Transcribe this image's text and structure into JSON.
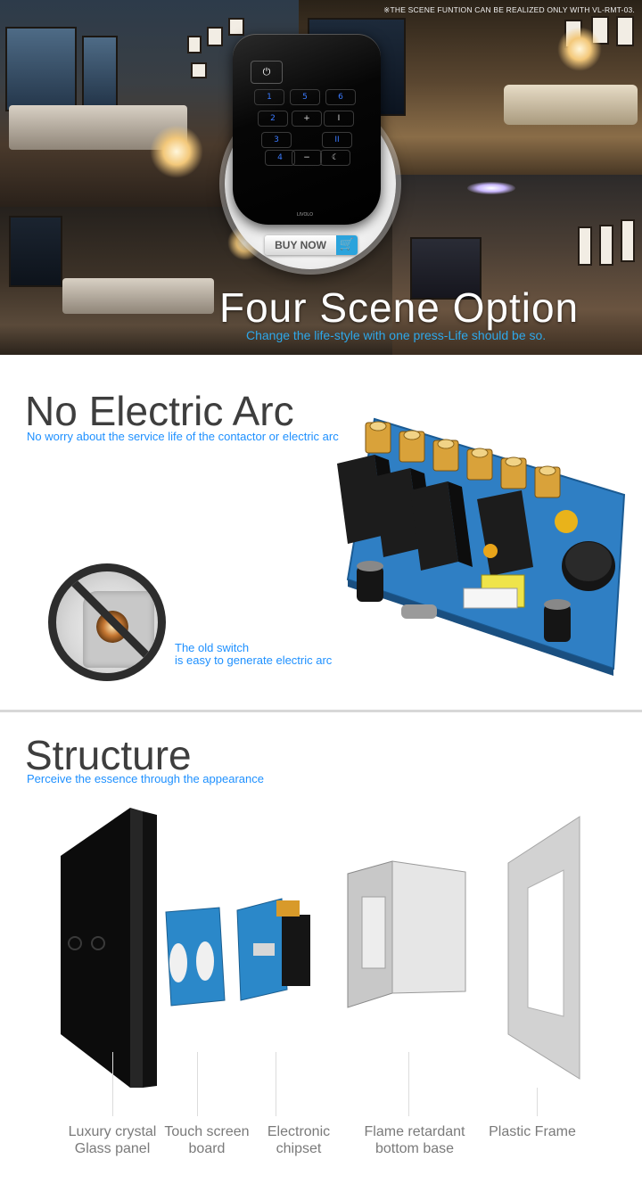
{
  "scene": {
    "notice": "※THE SCENE FUNTION CAN BE REALIZED ONLY WITH VL-RMT-03.",
    "title": "Four  Scene Option",
    "subtitle": "Change the  life-style with one press-Life should be so.",
    "buy_now": "BUY NOW",
    "cart_icon": "shopping-cart-icon",
    "remote_keys": {
      "power": "⏻",
      "k1": "1",
      "k5": "5",
      "k6": "6",
      "k2": "2",
      "kplus": "+",
      "kI": "I",
      "k3": "3",
      "kII": "II",
      "k4": "4",
      "kminus": "−",
      "kmoon": "☾"
    },
    "remote_brand": "LIVOLO"
  },
  "arc": {
    "title": "No Electric Arc",
    "subtitle": "No worry about the service life of the contactor or electric arc",
    "note_line1": "The old switch",
    "note_line2": "is easy to generate electric arc"
  },
  "structure": {
    "title": "Structure",
    "subtitle": "Perceive the essence  through the appearance",
    "parts": [
      {
        "line1": "Luxury crystal",
        "line2": "Glass panel"
      },
      {
        "line1": "Touch screen",
        "line2": "board"
      },
      {
        "line1": "Electronic",
        "line2": "chipset"
      },
      {
        "line1": "Flame retardant",
        "line2": "bottom base"
      },
      {
        "line1": "Plastic Frame",
        "line2": ""
      }
    ]
  },
  "colors": {
    "accent_blue": "#1e90ff",
    "cart_blue": "#2aa3dc",
    "heading_gray": "#3e3e3e",
    "label_gray": "#7a7a7a"
  }
}
